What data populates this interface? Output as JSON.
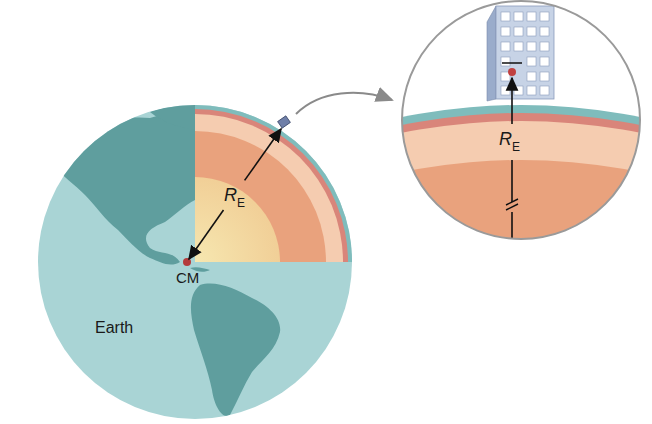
{
  "diagram": {
    "labels": [
      "Earth",
      "CM",
      "R",
      "E",
      "R",
      "E"
    ]
  }
}
